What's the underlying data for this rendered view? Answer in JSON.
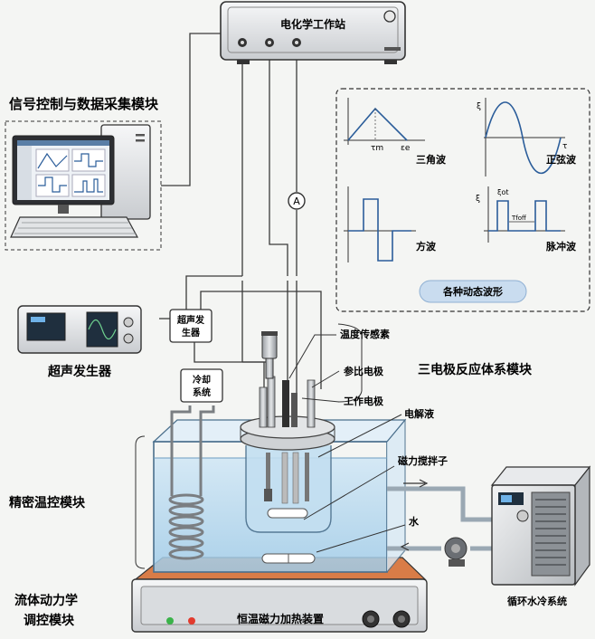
{
  "workstation": {
    "label": "电化学工作站"
  },
  "signal_module": {
    "label": "信号控制与数据采集模块"
  },
  "ultrasonic": {
    "generator_label": "超声发生器",
    "box_label_line1": "超声发",
    "box_label_line2": "生器"
  },
  "cooling": {
    "label_line1": "冷却",
    "label_line2": "系统"
  },
  "ammeter": {
    "symbol": "A"
  },
  "waveforms": {
    "title": "各种动态波形",
    "triangle": {
      "name": "三角波",
      "t_label": "τm",
      "e_label": "εe"
    },
    "sine": {
      "name": "正弦波",
      "y_label": "ξ",
      "t_label": "τ"
    },
    "square": {
      "name": "方波"
    },
    "pulse": {
      "name": "脉冲波",
      "y_label": "ξ",
      "on_label": "ξot",
      "off_label": "Tfoff"
    }
  },
  "reactor": {
    "module_label": "三电极反应体系模块",
    "temp_sensor": "温度传感素",
    "reference_electrode": "参比电极",
    "working_electrode": "工作电极",
    "electrolyte": "电解液",
    "stir_bar": "磁力搅拌子",
    "water": "水"
  },
  "temp_control": {
    "label": "精密温控模块"
  },
  "fluid_module": {
    "label_line1": "流体动力学",
    "label_line2": "调控模块"
  },
  "heater": {
    "label": "恒温磁力加热装置"
  },
  "chiller": {
    "label": "循环水冷系统"
  }
}
